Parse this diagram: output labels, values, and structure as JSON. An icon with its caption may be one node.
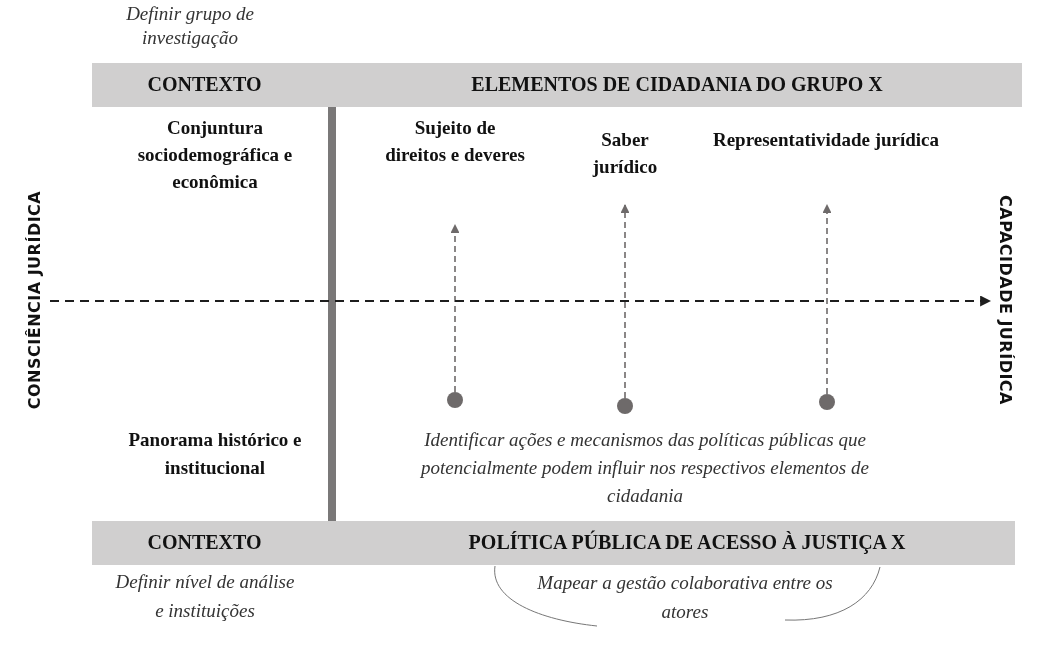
{
  "diagram": {
    "nodes": [
      {
        "text": [
          "CONTEXTO",
          "ELEMENTOS DE CIDADANIA DO GRUPO X"
        ]
      },
      {
        "text": [
          "Sujeito de direitos e deveres"
        ]
      },
      {
        "text": [
          "Saber jurídico"
        ]
      },
      {
        "text": [
          "Representatividade jurídica"
        ]
      },
      {
        "text": [],
        "shape": "circle"
      },
      {
        "text": [],
        "shape": "circle"
      },
      {
        "text": [],
        "shape": "circle"
      },
      {
        "text": [
          "CONSCIÊNCIA JURÍDICA"
        ]
      },
      {
        "text": [
          "CAPACIDADE JURÍDICA"
        ]
      },
      {
        "text": [
          "CONTEXTO",
          "POLÍTICA PÚBLICA DE ACESSO À JUSTIÇA X"
        ]
      }
    ],
    "edges": [
      {
        "from": 4,
        "to": 1,
        "arrow": "to",
        "style": "dashed"
      },
      {
        "from": 5,
        "to": 2,
        "arrow": "to",
        "style": "dashed"
      },
      {
        "from": 6,
        "to": 3,
        "arrow": "to",
        "style": "dashed"
      },
      {
        "from": 7,
        "to": 8,
        "arrow": "to",
        "style": "dashed",
        "color": "#1e1e1e"
      }
    ],
    "labels": [
      "Definir grupo de investigação",
      "Conjuntura sociodemográfica e econômica",
      "Panorama histórico e institucional",
      "Identificar ações e mecanismos das políticas públicas que potencialmente podem influir nos respectivos elementos de cidadania",
      "Definir nível de análise e instituições",
      "Mapear a gestão colaborativa entre os atores"
    ]
  }
}
